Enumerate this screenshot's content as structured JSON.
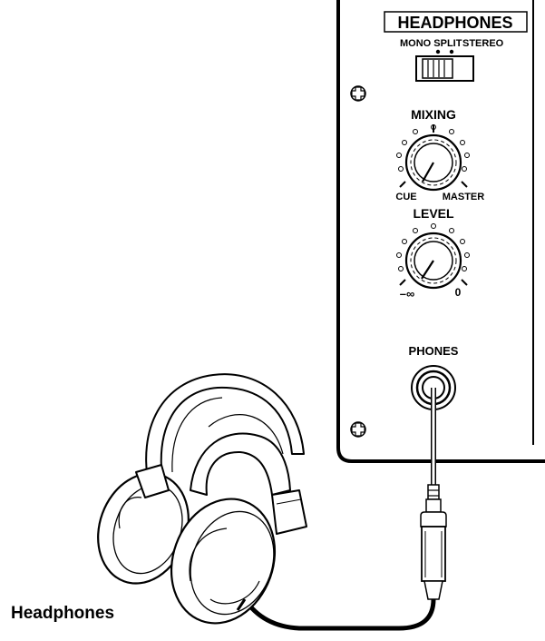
{
  "panel": {
    "section_title": "HEADPHONES",
    "mode_switch": {
      "labels": {
        "left": "MONO SPLIT",
        "right": "STEREO"
      }
    },
    "mixing_knob": {
      "title": "MIXING",
      "min_label": "CUE",
      "max_label": "MASTER"
    },
    "level_knob": {
      "title": "LEVEL",
      "min_label": "–∞",
      "max_label": "0"
    },
    "phones_jack": {
      "title": "PHONES"
    }
  },
  "caption": {
    "text": "Headphones"
  }
}
